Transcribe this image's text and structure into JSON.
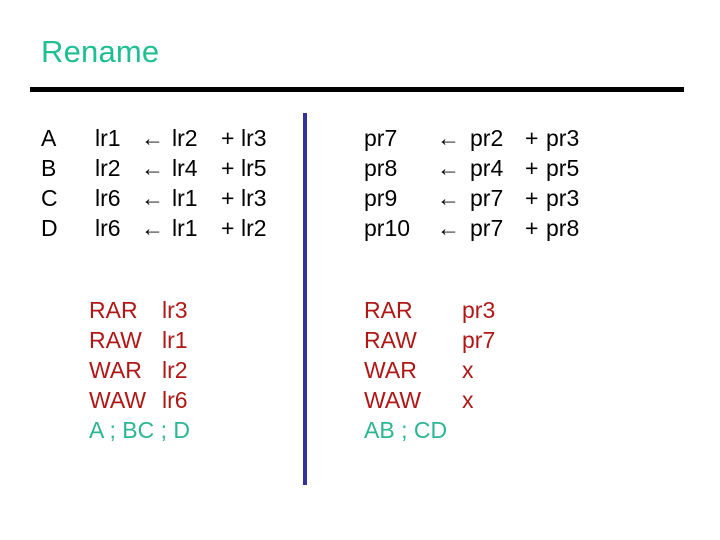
{
  "slide": {
    "title": "Rename",
    "colors": {
      "title_teal": "#1ebf93",
      "order_teal": "#2bb694",
      "hazard_red": "#b01818",
      "divider_blue": "#333399",
      "rule_black": "#000000",
      "code_black": "#000000",
      "background": "#ffffff"
    }
  },
  "arch_instructions": {
    "arrow": "←",
    "plus": "+",
    "rows": [
      {
        "tag": "A",
        "dst": "lr1",
        "src1": "lr2",
        "src2": "lr3"
      },
      {
        "tag": "B",
        "dst": "lr2",
        "src1": "lr4",
        "src2": "lr5"
      },
      {
        "tag": "C",
        "dst": "lr6",
        "src1": "lr1",
        "src2": "lr3"
      },
      {
        "tag": "D",
        "dst": "lr6",
        "src1": "lr1",
        "src2": "lr2"
      }
    ]
  },
  "phys_instructions": {
    "arrow": "←",
    "plus": "+",
    "rows": [
      {
        "tag": "",
        "dst": "pr7",
        "src1": "pr2",
        "src2": "pr3"
      },
      {
        "tag": "",
        "dst": "pr8",
        "src1": "pr4",
        "src2": "pr5"
      },
      {
        "tag": "",
        "dst": "pr9",
        "src1": "pr7",
        "src2": "pr3"
      },
      {
        "tag": "",
        "dst": "pr10",
        "src1": "pr7",
        "src2": "pr8"
      }
    ]
  },
  "arch_hazards": {
    "rows": [
      {
        "label": "RAR",
        "value": "lr3"
      },
      {
        "label": "RAW",
        "value": "lr1"
      },
      {
        "label": "WAR",
        "value": "lr2"
      },
      {
        "label": "WAW",
        "value": "lr6"
      }
    ],
    "order": "A ; BC ; D"
  },
  "phys_hazards": {
    "rows": [
      {
        "label": "RAR",
        "value": "pr3"
      },
      {
        "label": "RAW",
        "value": "pr7"
      },
      {
        "label": "WAR",
        "value": "x"
      },
      {
        "label": "WAW",
        "value": "x"
      }
    ],
    "order": "AB ; CD"
  }
}
